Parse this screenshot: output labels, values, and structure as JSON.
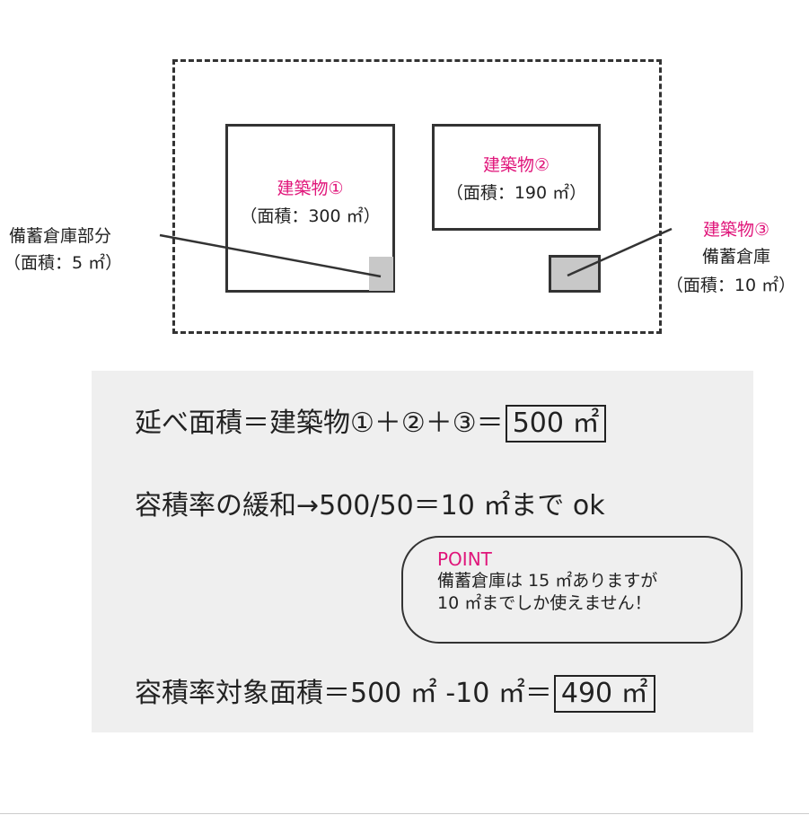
{
  "building1": {
    "name": "建築物①",
    "area": "（面積：300 ㎡）"
  },
  "building2": {
    "name": "建築物②",
    "area": "（面積：190 ㎡）"
  },
  "building3": {
    "name": "建築物③",
    "subtitle": "備蓄倉庫",
    "area": "（面積：10 ㎡）"
  },
  "storage_part": {
    "name": "備蓄倉庫部分",
    "area": "（面積：5 ㎡）"
  },
  "equations": {
    "total_prefix": "延べ面積＝建築物①＋②＋③＝",
    "total_result": "500 ㎡",
    "relax": "容積率の緩和→500/50＝10 ㎡まで ok",
    "target_prefix": "容積率対象面積＝500 ㎡ -10 ㎡＝",
    "target_result": "490 ㎡"
  },
  "point": {
    "title": "POINT",
    "line1": "備蓄倉庫は 15 ㎡ありますが",
    "line2": "10 ㎡までしか使えません！"
  },
  "colors": {
    "accent": "#e0157a",
    "panel": "#efefef",
    "storage_fill": "#c8c8c8"
  }
}
